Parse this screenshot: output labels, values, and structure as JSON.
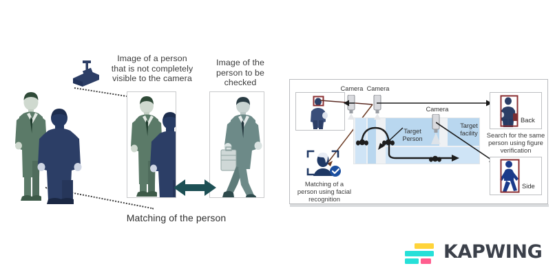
{
  "figure": {
    "left_panel": {
      "camera_label": "security-camera",
      "caption_incomplete": "Image of a person\nthat is not completely\nvisible to the camera",
      "caption_to_check": "Image of the\nperson to be\nchecked",
      "caption_matching": "Matching of the person",
      "arrow": "double-headed-arrow"
    },
    "right_panel": {
      "camera_labels": [
        "Camera",
        "Camera",
        "Camera"
      ],
      "target_person_label": "Target\nPerson",
      "target_facility_label": "Target\nfacility",
      "facial_caption": "Matching of a\nperson using facial\nrecognition",
      "figure_caption": "Search for the same\nperson using figure\nverification",
      "back_label": "Back",
      "side_label": "Side"
    }
  },
  "watermark": {
    "brand": "KAPWING"
  },
  "colors": {
    "navy": "#2c3e66",
    "teal": "#4c6f6b",
    "dark_teal_arrow": "#1d5055",
    "map_block": "#b9d7ef",
    "map_bg": "#eef1f4",
    "bbox_red": "#8b2f32",
    "icon_navy": "#1f3864",
    "kapwing_yellow": "#ffd43b",
    "kapwing_cyan": "#26e0d8",
    "kapwing_pink": "#ff5e8f",
    "kapwing_text": "#3b404a"
  }
}
